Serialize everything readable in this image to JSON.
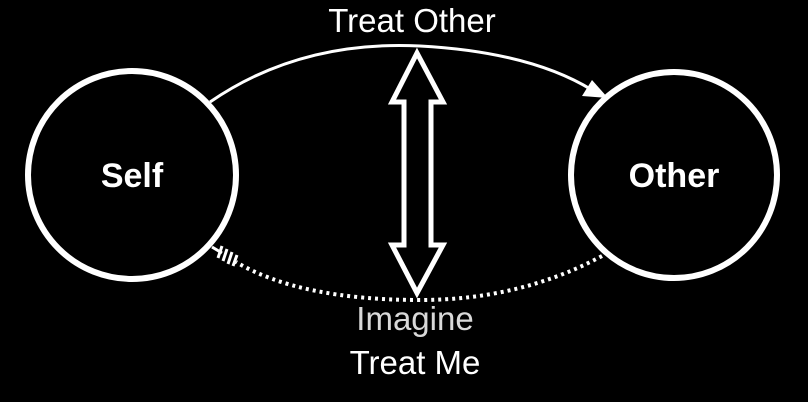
{
  "nodes": {
    "self": "Self",
    "other": "Other"
  },
  "edges": {
    "top_label": "Treat Other",
    "bottom_label_1": "Imagine",
    "bottom_label_2": "Treat Me"
  },
  "colors": {
    "background": "#000000",
    "foreground": "#ffffff"
  }
}
